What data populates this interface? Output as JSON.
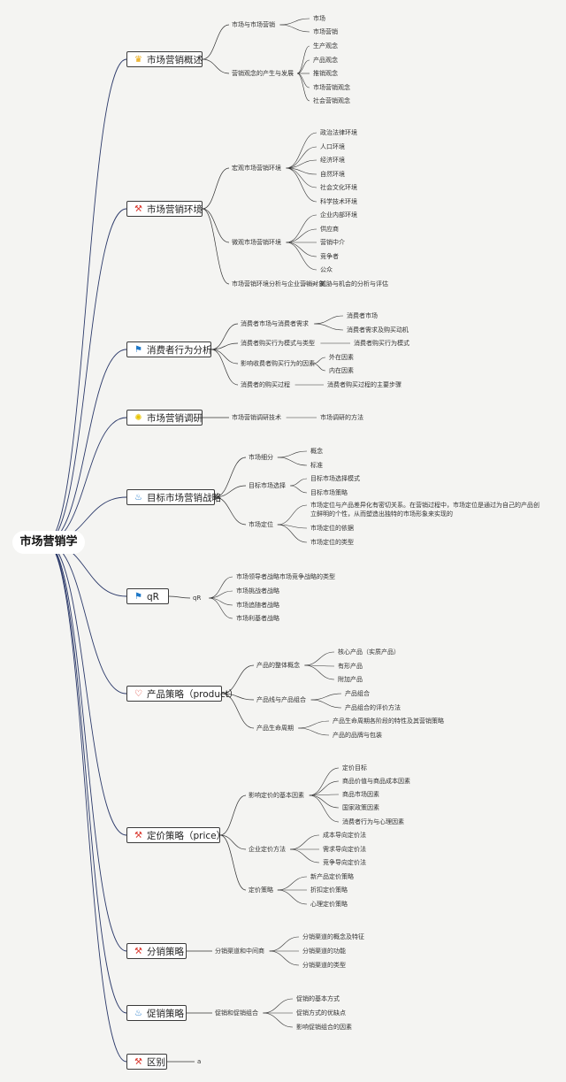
{
  "root": "市场营销学",
  "branches": [
    {
      "label": "市场营销概述",
      "icon": "trophy-icon",
      "color": "#e9a400",
      "children": [
        {
          "label": "市场与市场营销",
          "children": [
            "市场",
            "市场营销"
          ]
        },
        {
          "label": "营销观念的产生与发展",
          "children": [
            "生产观念",
            "产品观念",
            "推销观念",
            "市场营销观念",
            "社会营销观念"
          ]
        }
      ]
    },
    {
      "label": "市场营销环境",
      "icon": "tools-icon",
      "color": "#d9352b",
      "children": [
        {
          "label": "宏观市场营销环境",
          "children": [
            "政治法律环境",
            "人口环境",
            "经济环境",
            "自然环境",
            "社会文化环境",
            "科学技术环境"
          ]
        },
        {
          "label": "微观市场营销环境",
          "children": [
            "企业内部环境",
            "供应商",
            "营销中介",
            "竞争者",
            "公众"
          ]
        },
        {
          "label": "市场营销环境分析与企业营销对象",
          "children": [
            "威胁与机会的分析与评估"
          ]
        }
      ]
    },
    {
      "label": "消费者行为分析",
      "icon": "flag-icon",
      "color": "#1e78c8",
      "children": [
        {
          "label": "消费者市场与消费者需求",
          "children": [
            "消费者市场",
            "消费者需求及购买动机"
          ]
        },
        {
          "label": "消费者购买行为模式与类型",
          "children": [
            "消费者购买行为模式"
          ]
        },
        {
          "label": "影响收费者购买行为的因素",
          "children": [
            "外在因素",
            "内在因素"
          ]
        },
        {
          "label": "消费者的购买过程",
          "children": [
            "消费者购买过程的主要步骤"
          ]
        }
      ]
    },
    {
      "label": "市场营销调研",
      "icon": "bulb-icon",
      "color": "#e9c400",
      "children": [
        {
          "label": "市场营销调研技术",
          "children": [
            "市场调研的方法"
          ]
        }
      ]
    },
    {
      "label": "目标市场营销战略",
      "icon": "flame-icon",
      "color": "#1e78c8",
      "children": [
        {
          "label": "市场细分",
          "children": [
            "概念",
            "标准"
          ]
        },
        {
          "label": "目标市场选择",
          "children": [
            "目标市场选择模式",
            "目标市场策略"
          ]
        },
        {
          "label": "市场定位",
          "children": [
            "市场定位与产品差异化有密切关系。在营销过程中，市场定位是通过为自己的产品创立鲜明的个性，从而塑造出独特的市场形象来实现的",
            "市场定位的依据",
            "市场定位的类型"
          ]
        }
      ]
    },
    {
      "label": "qR",
      "icon": "flag-icon",
      "color": "#1e78c8",
      "children": [
        {
          "label": "qR",
          "children": [
            "市场领导者战略市场竞争战略的类型",
            "市场挑战者战略",
            "市场追随者战略",
            "市场利基者战略"
          ]
        }
      ]
    },
    {
      "label": "产品策略（product）",
      "icon": "heart-icon",
      "color": "#d9352b",
      "children": [
        {
          "label": "产品的整体概念",
          "children": [
            "核心产品（实质产品）",
            "有形产品",
            "附加产品"
          ]
        },
        {
          "label": "产品线与产品组合",
          "children": [
            "产品组合",
            "产品组合的评价方法"
          ]
        },
        {
          "label": "产品生命周期",
          "children": [
            "产品生命周期各阶段的特性及其营销策略",
            "产品的品牌与包装"
          ]
        }
      ]
    },
    {
      "label": "定价策略（price）",
      "icon": "tools-icon",
      "color": "#d9352b",
      "children": [
        {
          "label": "影响定价的基本因素",
          "children": [
            "定价目标",
            "商品价值与商品成本因素",
            "商品市场因素",
            "国家政策因素",
            "消费者行为与心理因素"
          ]
        },
        {
          "label": "企业定价方法",
          "children": [
            "成本导向定价法",
            "需求导向定价法",
            "竞争导向定价法"
          ]
        },
        {
          "label": "定价策略",
          "children": [
            "新产品定价策略",
            "折扣定价策略",
            "心理定价策略"
          ]
        }
      ]
    },
    {
      "label": "分销策略",
      "icon": "tools-icon",
      "color": "#d9352b",
      "children": [
        {
          "label": "分销渠道和中间商",
          "children": [
            "分销渠道的概念及特征",
            "分销渠道的功能",
            "分销渠道的类型"
          ]
        }
      ]
    },
    {
      "label": "促销策略",
      "icon": "flame-icon",
      "color": "#1e78c8",
      "children": [
        {
          "label": "促销和促销组合",
          "children": [
            "促销的基本方式",
            "促销方式的优缺点",
            "影响促销组合的因素"
          ]
        }
      ]
    },
    {
      "label": "区别",
      "icon": "tools-icon",
      "color": "#d9352b",
      "children": [
        {
          "label": "a",
          "children": []
        }
      ]
    }
  ]
}
